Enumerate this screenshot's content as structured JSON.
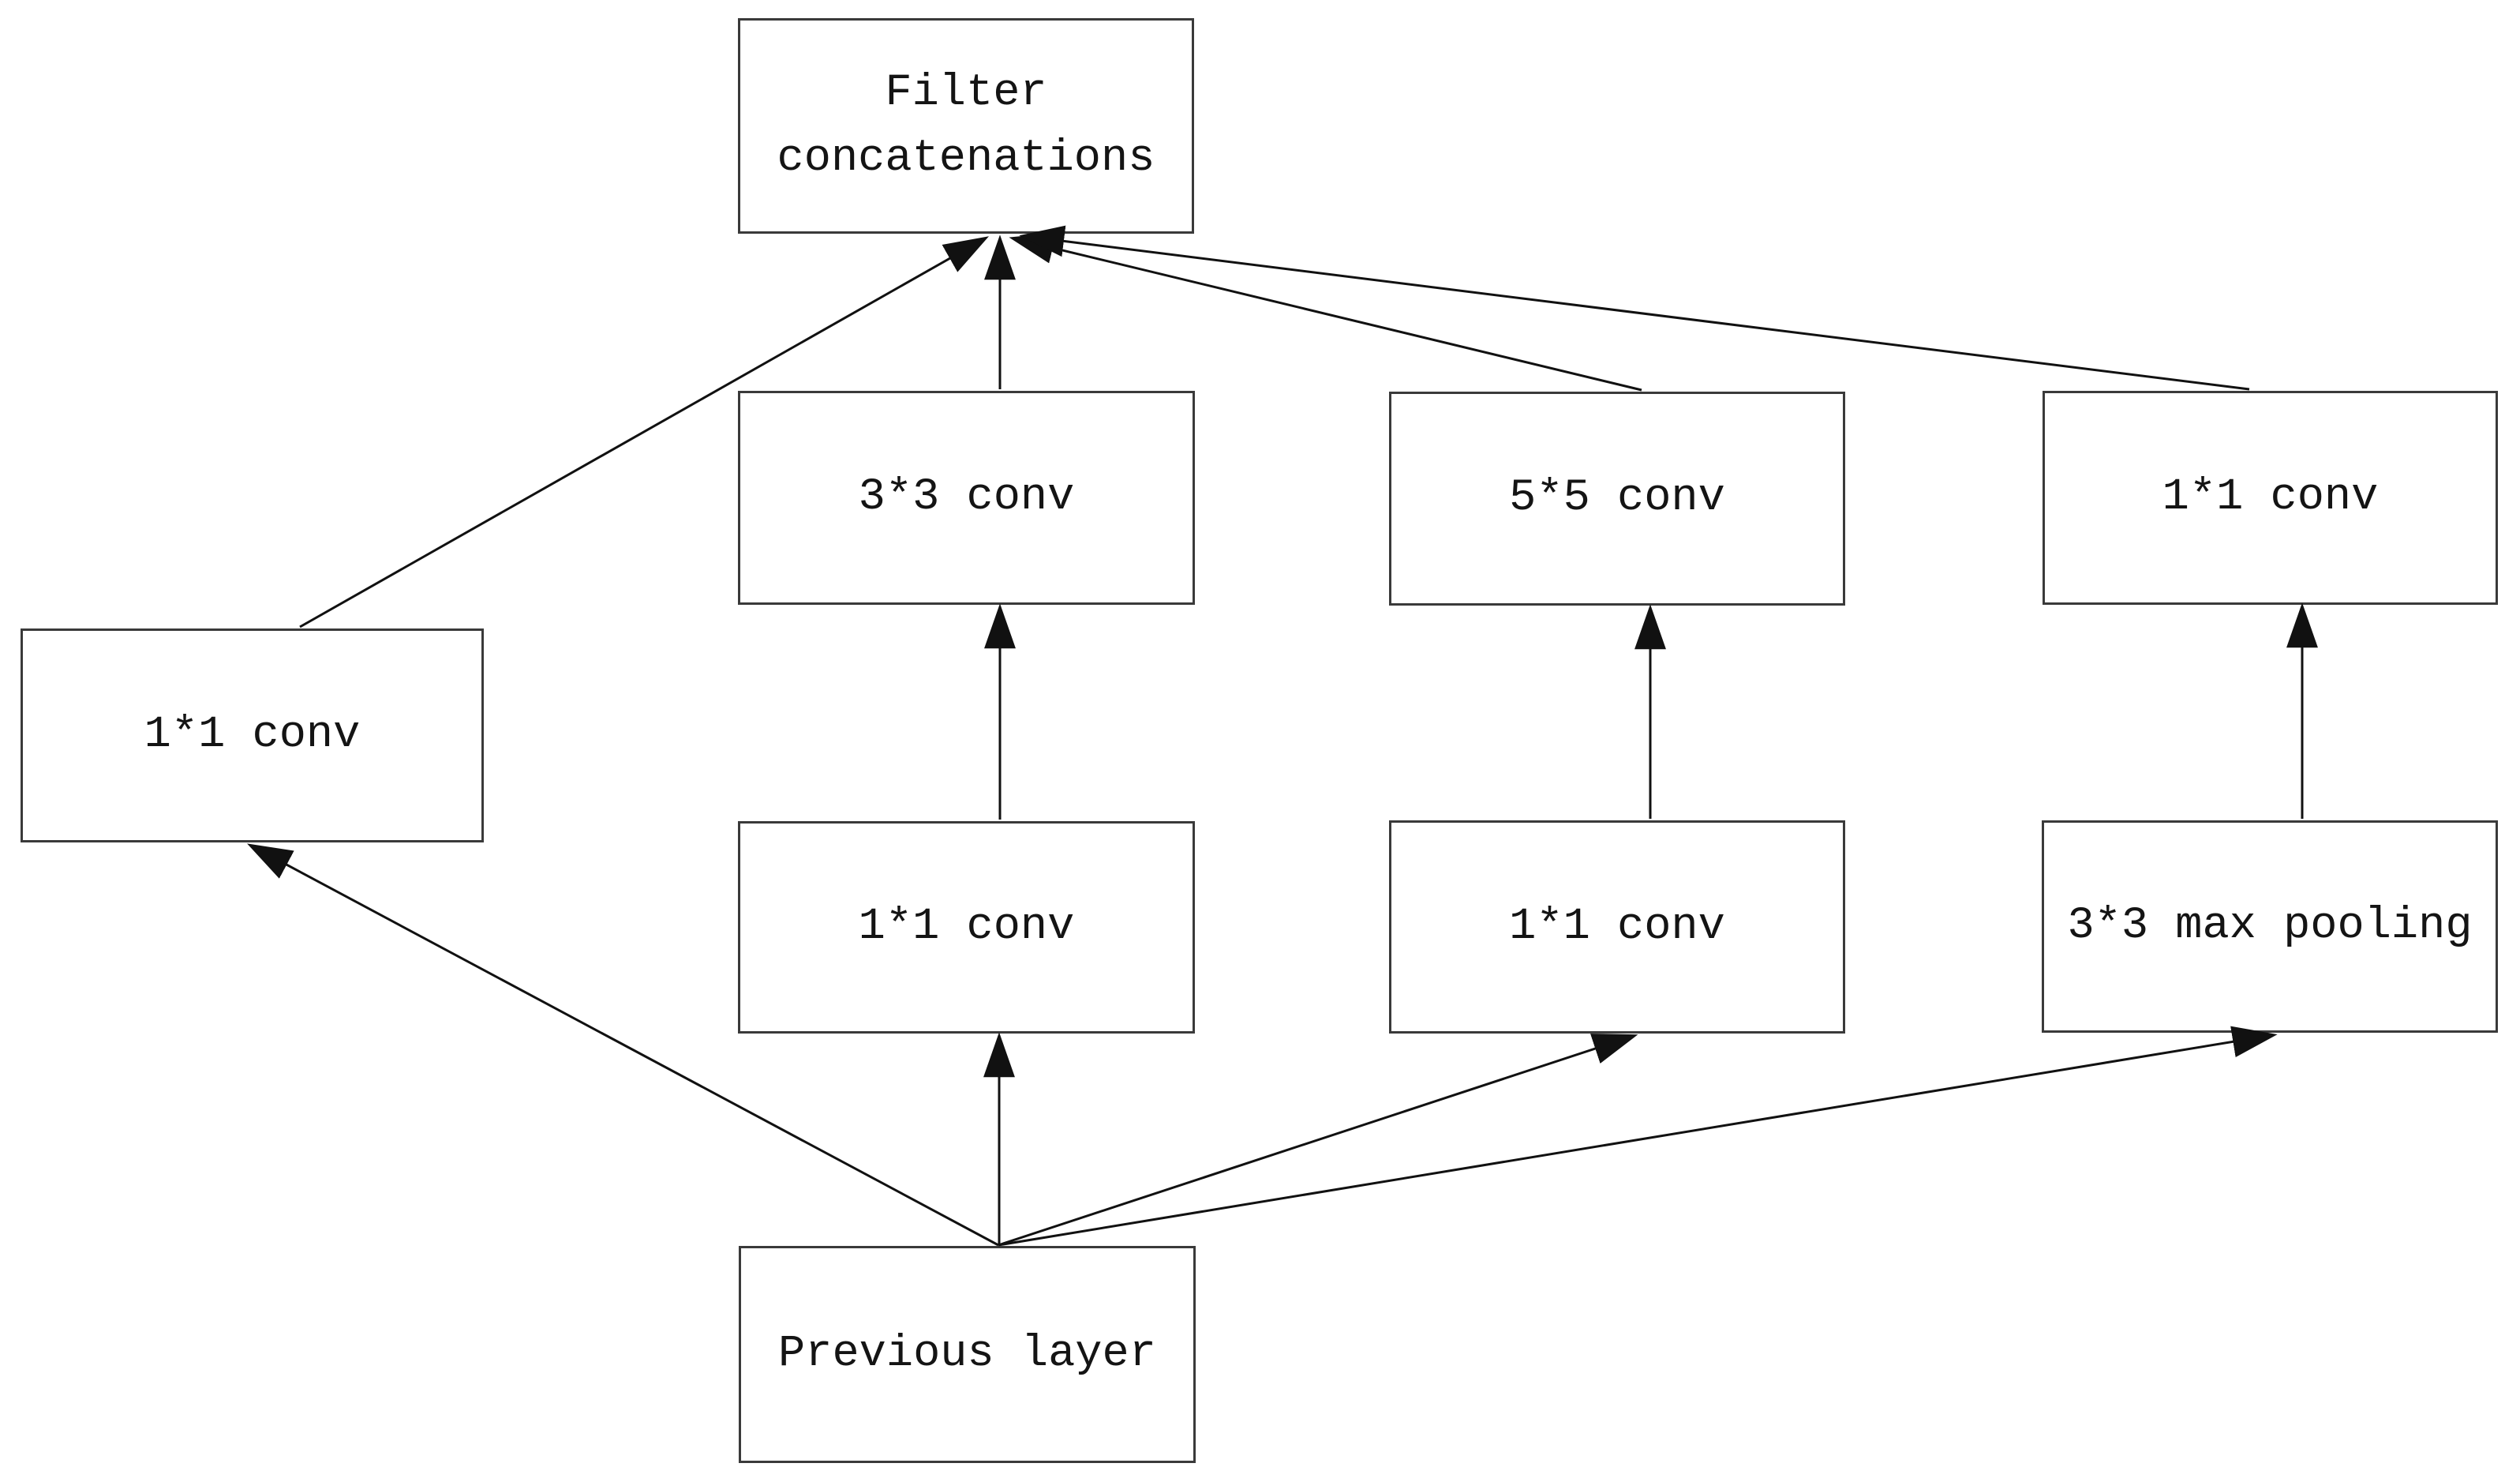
{
  "nodes": {
    "filter_concat": {
      "line1": "Filter",
      "line2": "concatenations"
    },
    "conv3": {
      "label": "3*3 conv"
    },
    "conv5": {
      "label": "5*5 conv"
    },
    "conv1_top_right": {
      "label": "1*1 conv"
    },
    "conv1_left": {
      "label": "1*1 conv"
    },
    "conv1_mid": {
      "label": "1*1 conv"
    },
    "conv1_mid_right": {
      "label": "1*1 conv"
    },
    "maxpool": {
      "label": "3*3 max pooling"
    },
    "previous": {
      "label": "Previous layer"
    }
  },
  "edges": [
    {
      "from": "previous",
      "to": "conv1_left"
    },
    {
      "from": "previous",
      "to": "conv1_mid"
    },
    {
      "from": "previous",
      "to": "conv1_mid_right"
    },
    {
      "from": "previous",
      "to": "maxpool"
    },
    {
      "from": "conv1_mid",
      "to": "conv3"
    },
    {
      "from": "conv1_mid_right",
      "to": "conv5"
    },
    {
      "from": "maxpool",
      "to": "conv1_top_right"
    },
    {
      "from": "conv1_left",
      "to": "filter_concat"
    },
    {
      "from": "conv3",
      "to": "filter_concat"
    },
    {
      "from": "conv5",
      "to": "filter_concat"
    },
    {
      "from": "conv1_top_right",
      "to": "filter_concat"
    }
  ],
  "colors": {
    "background": "#ffffff",
    "box_border": "#3a3a3a",
    "arrow": "#111111",
    "text": "#141414"
  }
}
